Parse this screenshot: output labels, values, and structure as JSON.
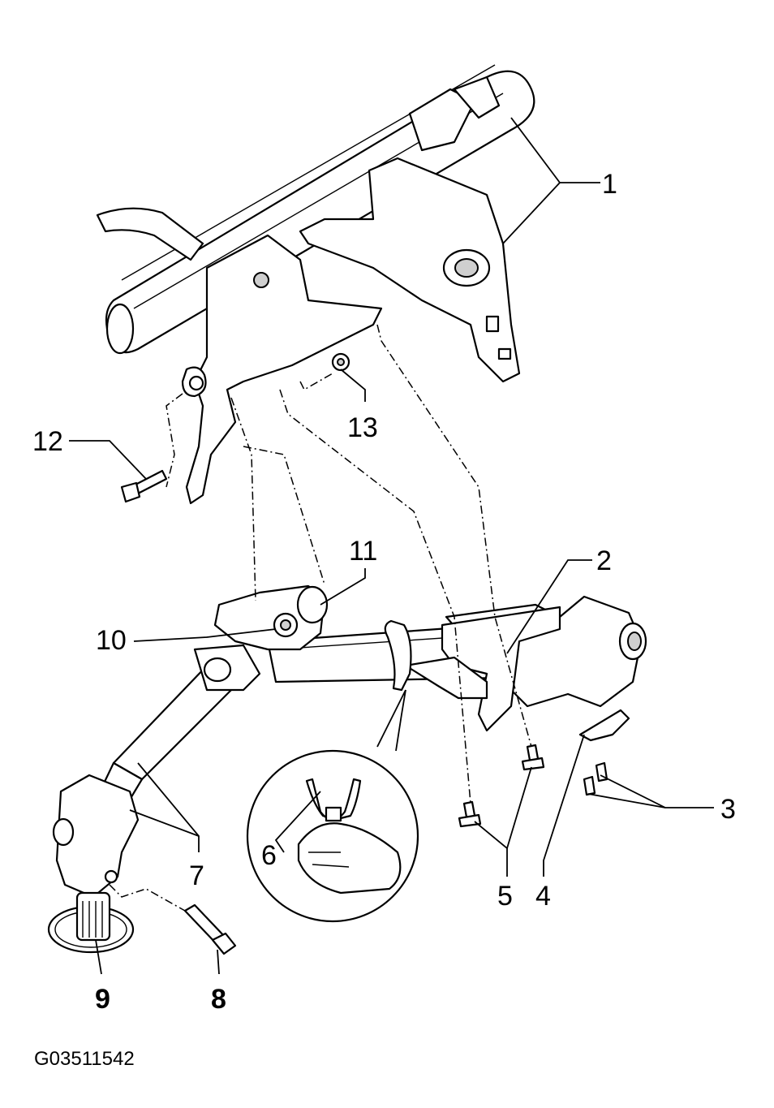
{
  "diagram": {
    "callouts": [
      {
        "id": "1",
        "label": "1"
      },
      {
        "id": "2",
        "label": "2"
      },
      {
        "id": "3",
        "label": "3"
      },
      {
        "id": "4",
        "label": "4"
      },
      {
        "id": "5",
        "label": "5"
      },
      {
        "id": "6",
        "label": "6"
      },
      {
        "id": "7",
        "label": "7"
      },
      {
        "id": "8",
        "label": "8"
      },
      {
        "id": "9",
        "label": "9"
      },
      {
        "id": "10",
        "label": "10"
      },
      {
        "id": "11",
        "label": "11"
      },
      {
        "id": "12",
        "label": "12"
      },
      {
        "id": "13",
        "label": "13"
      }
    ],
    "figure_code": "G03511542"
  }
}
